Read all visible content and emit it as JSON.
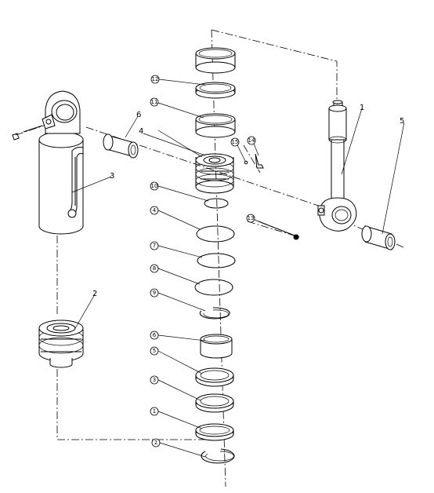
{
  "callouts": {
    "plain": {
      "c1": "1",
      "c2": "2",
      "c3": "3",
      "c4": "4",
      "c5": "5",
      "c6": "6"
    },
    "circled": {
      "s12": "12",
      "s11": "11",
      "s10": "10",
      "s4": "4",
      "s7": "7",
      "s8": "8",
      "s9": "9",
      "s6": "6",
      "s5": "5",
      "s3": "3",
      "s1": "1",
      "s2": "2",
      "s13": "13",
      "s14": "14",
      "s15": "15"
    }
  }
}
